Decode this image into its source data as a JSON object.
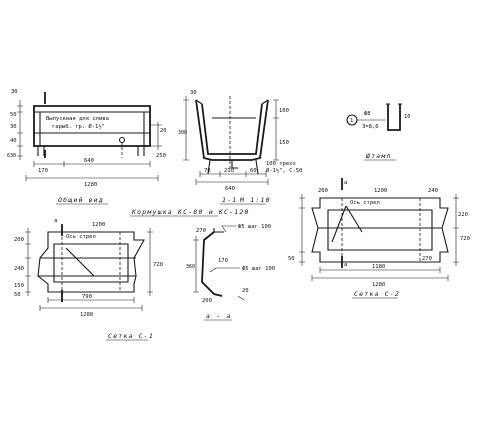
{
  "general_view": {
    "caption": "Общий вид",
    "label_inner": "Выпускная для слива",
    "label_inner2": "гарыб. тр. Ø-1½\"",
    "d_30a": "30",
    "d_50": "50",
    "d_30b": "30",
    "d_40": "40",
    "d_630": "630",
    "d_640": "640",
    "d_170": "170",
    "d_1280": "1280",
    "d_20": "20",
    "d_250": "250"
  },
  "section_11": {
    "caption": "1-1",
    "scale": "М 1:10",
    "d_30": "30",
    "d_100": "100",
    "d_300": "300",
    "d_150": "150",
    "d_640": "640",
    "d_100b": "100",
    "d_70": "70",
    "d_60": "60",
    "d_210": "210",
    "note1": "100 трехх",
    "note2": "Ø-1½\", С-50"
  },
  "stamp": {
    "caption": "Штамп",
    "marker": "1",
    "d1": "Ф8",
    "d2": "3=8,6",
    "d3": "10"
  },
  "main_title": {
    "caption": "Кормушка КС-80 и КС-120"
  },
  "grid_c1": {
    "caption": "Сетка С-1",
    "section_marker": "а",
    "label": "Ось стрел",
    "d_790": "790",
    "d_1200": "1200",
    "d_1280": "1280",
    "d_200": "200",
    "d_240": "240",
    "d_150": "150",
    "d_720": "720",
    "d_50": "50"
  },
  "section_aa": {
    "caption": "а - а",
    "top_note": "Ф5 шаг 100",
    "mid_note": "Ф5 шаг 100",
    "d_270": "270",
    "d_200": "200",
    "d_20": "20",
    "d_360": "360",
    "d_170": "170"
  },
  "grid_c2": {
    "caption": "Сетка С-2",
    "section_marker": "а",
    "label": "Ось стрел",
    "d_240": "240",
    "d_1200": "1200",
    "d_260": "260",
    "d_1180": "1180",
    "d_1280": "1280",
    "d_220": "220",
    "d_720": "720",
    "d_50": "50",
    "d_270": "270"
  }
}
